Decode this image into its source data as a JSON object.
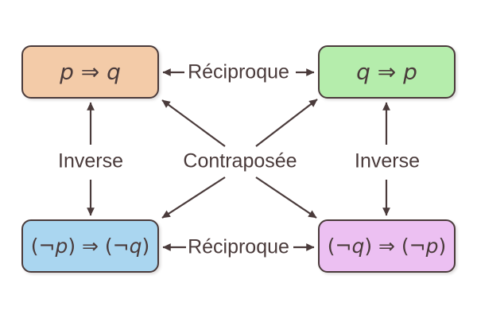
{
  "colors": {
    "stroke": "#4A3B3B",
    "background": "#FFFFFF",
    "node_top_left": "#F3CBA8",
    "node_top_right": "#B5EDAC",
    "node_bottom_left": "#AAD6F0",
    "node_bottom_right": "#ECC0F2"
  },
  "nodes": {
    "top_left": {
      "pre": "",
      "var1": "p",
      "mid": " ⇒ ",
      "var2": "q",
      "post": ""
    },
    "top_right": {
      "pre": "",
      "var1": "q",
      "mid": " ⇒ ",
      "var2": "p",
      "post": ""
    },
    "bottom_left": {
      "pre": "(¬",
      "var1": "p",
      "mid": ") ⇒ (¬",
      "var2": "q",
      "post": ")"
    },
    "bottom_right": {
      "pre": "(¬",
      "var1": "q",
      "mid": ") ⇒ (¬",
      "var2": "p",
      "post": ")"
    }
  },
  "edge_labels": {
    "reciproque_top": "Réciproque",
    "reciproque_bottom": "Réciproque",
    "inverse_left": "Inverse",
    "inverse_right": "Inverse",
    "contraposee": "Contraposée"
  }
}
